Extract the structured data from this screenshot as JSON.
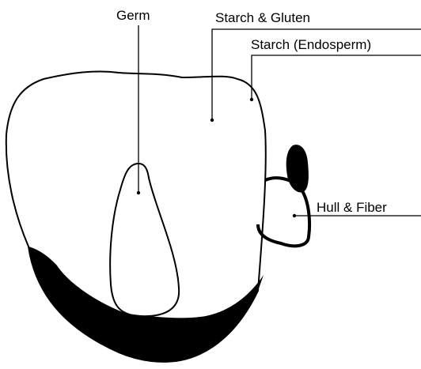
{
  "labels": {
    "germ": "Germ",
    "starch_gluten": "Starch & Gluten",
    "starch_endosperm": "Starch (Endosperm)",
    "hull_fiber": "Hull & Fiber"
  },
  "colors": {
    "ink": "#000000",
    "background": "#ffffff"
  }
}
